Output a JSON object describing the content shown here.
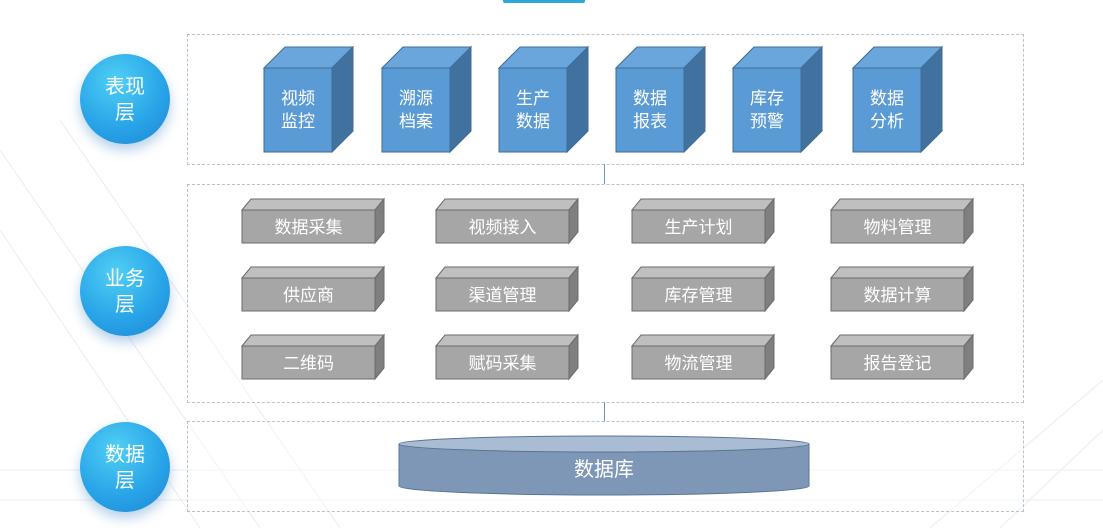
{
  "colors": {
    "circle": "#2aa5e8",
    "cube_front": "#5b9bd5",
    "cube_side": "#41729f",
    "block_front": "#a6a6a6",
    "block_side": "#7f7f7f",
    "db_fill": "#7e97b7",
    "db_top": "#a9bcd4"
  },
  "layers": [
    {
      "label": "表现层",
      "cubes": [
        {
          "lines": [
            "视频",
            "监控"
          ]
        },
        {
          "lines": [
            "溯源",
            "档案"
          ]
        },
        {
          "lines": [
            "生产",
            "数据"
          ]
        },
        {
          "lines": [
            "数据",
            "报表"
          ]
        },
        {
          "lines": [
            "库存",
            "预警"
          ]
        },
        {
          "lines": [
            "数据",
            "分析"
          ]
        }
      ]
    },
    {
      "label": "业务层",
      "blocks": [
        [
          "数据采集",
          "视频接入",
          "生产计划",
          "物料管理"
        ],
        [
          "供应商",
          "渠道管理",
          "库存管理",
          "数据计算"
        ],
        [
          "二维码",
          "赋码采集",
          "物流管理",
          "报告登记"
        ]
      ]
    },
    {
      "label": "数据层",
      "database": "数据库"
    }
  ]
}
